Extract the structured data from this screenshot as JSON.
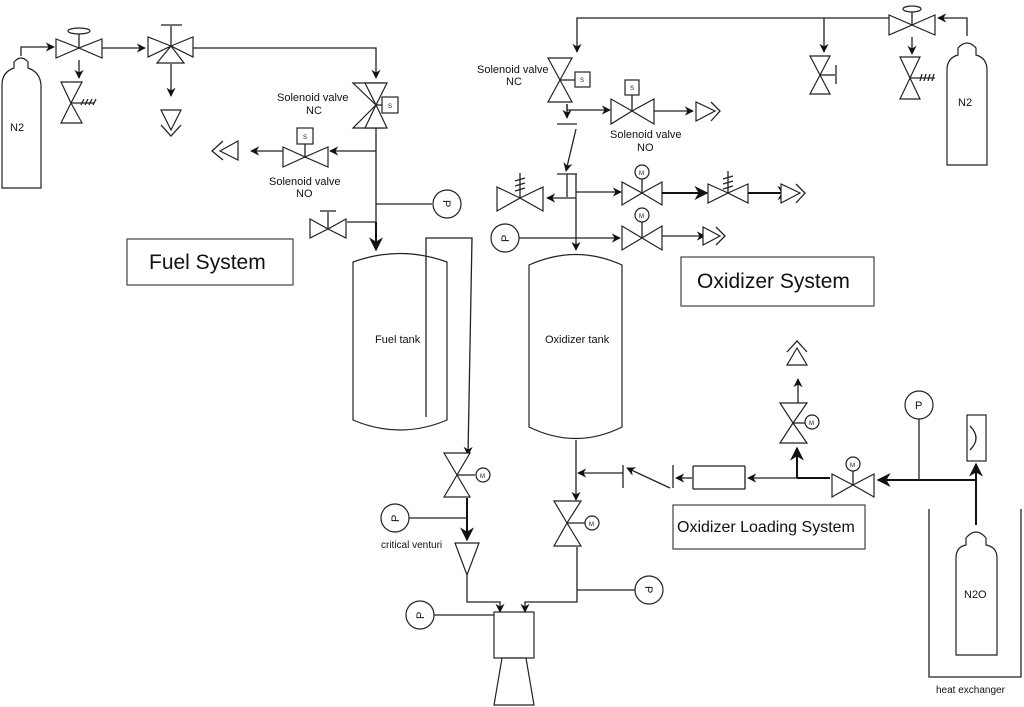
{
  "diagram": {
    "type": "piping-and-instrumentation",
    "sections": {
      "fuel": "Fuel System",
      "oxidizer": "Oxidizer System",
      "loading": "Oxidizer Loading System"
    },
    "tanks": {
      "fuel": "Fuel tank",
      "oxidizer": "Oxidizer tank"
    },
    "bottles": {
      "fuel_n2": "N2",
      "ox_n2": "N2",
      "n2o": "N2O"
    },
    "valve_labels": {
      "fuel_nc_line1": "Solenoid valve",
      "fuel_nc_line2": "NC",
      "fuel_no_line1": "Solenoid valve",
      "fuel_no_line2": "NO",
      "ox_nc_line1": "Solenoid valve",
      "ox_nc_line2": "NC",
      "ox_no_line1": "Solenoid valve",
      "ox_no_line2": "NO"
    },
    "annotations": {
      "venturi": "critical venturi",
      "heat_exchanger": "heat exchanger"
    },
    "symbols": {
      "pressure": "P",
      "motor": "M",
      "solenoid": "S"
    }
  }
}
